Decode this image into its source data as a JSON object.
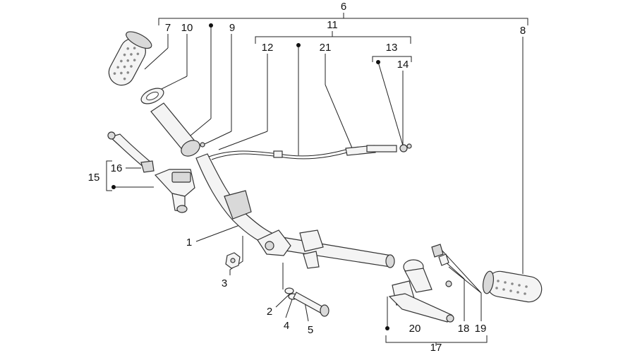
{
  "labels": {
    "l1": "1",
    "l2": "2",
    "l3": "3",
    "l4": "4",
    "l5": "5",
    "l6": "6",
    "l7": "7",
    "l8": "8",
    "l9": "9",
    "l10": "10",
    "l11": "11",
    "l12": "12",
    "l13": "13",
    "l14": "14",
    "l15": "15",
    "l16": "16",
    "l17": "17",
    "l18": "18",
    "l19": "19",
    "l20": "20",
    "l21": "21"
  },
  "colors": {
    "line": "#222222",
    "part_fill": "#f4f4f4",
    "part_shade": "#d9d9d9"
  }
}
